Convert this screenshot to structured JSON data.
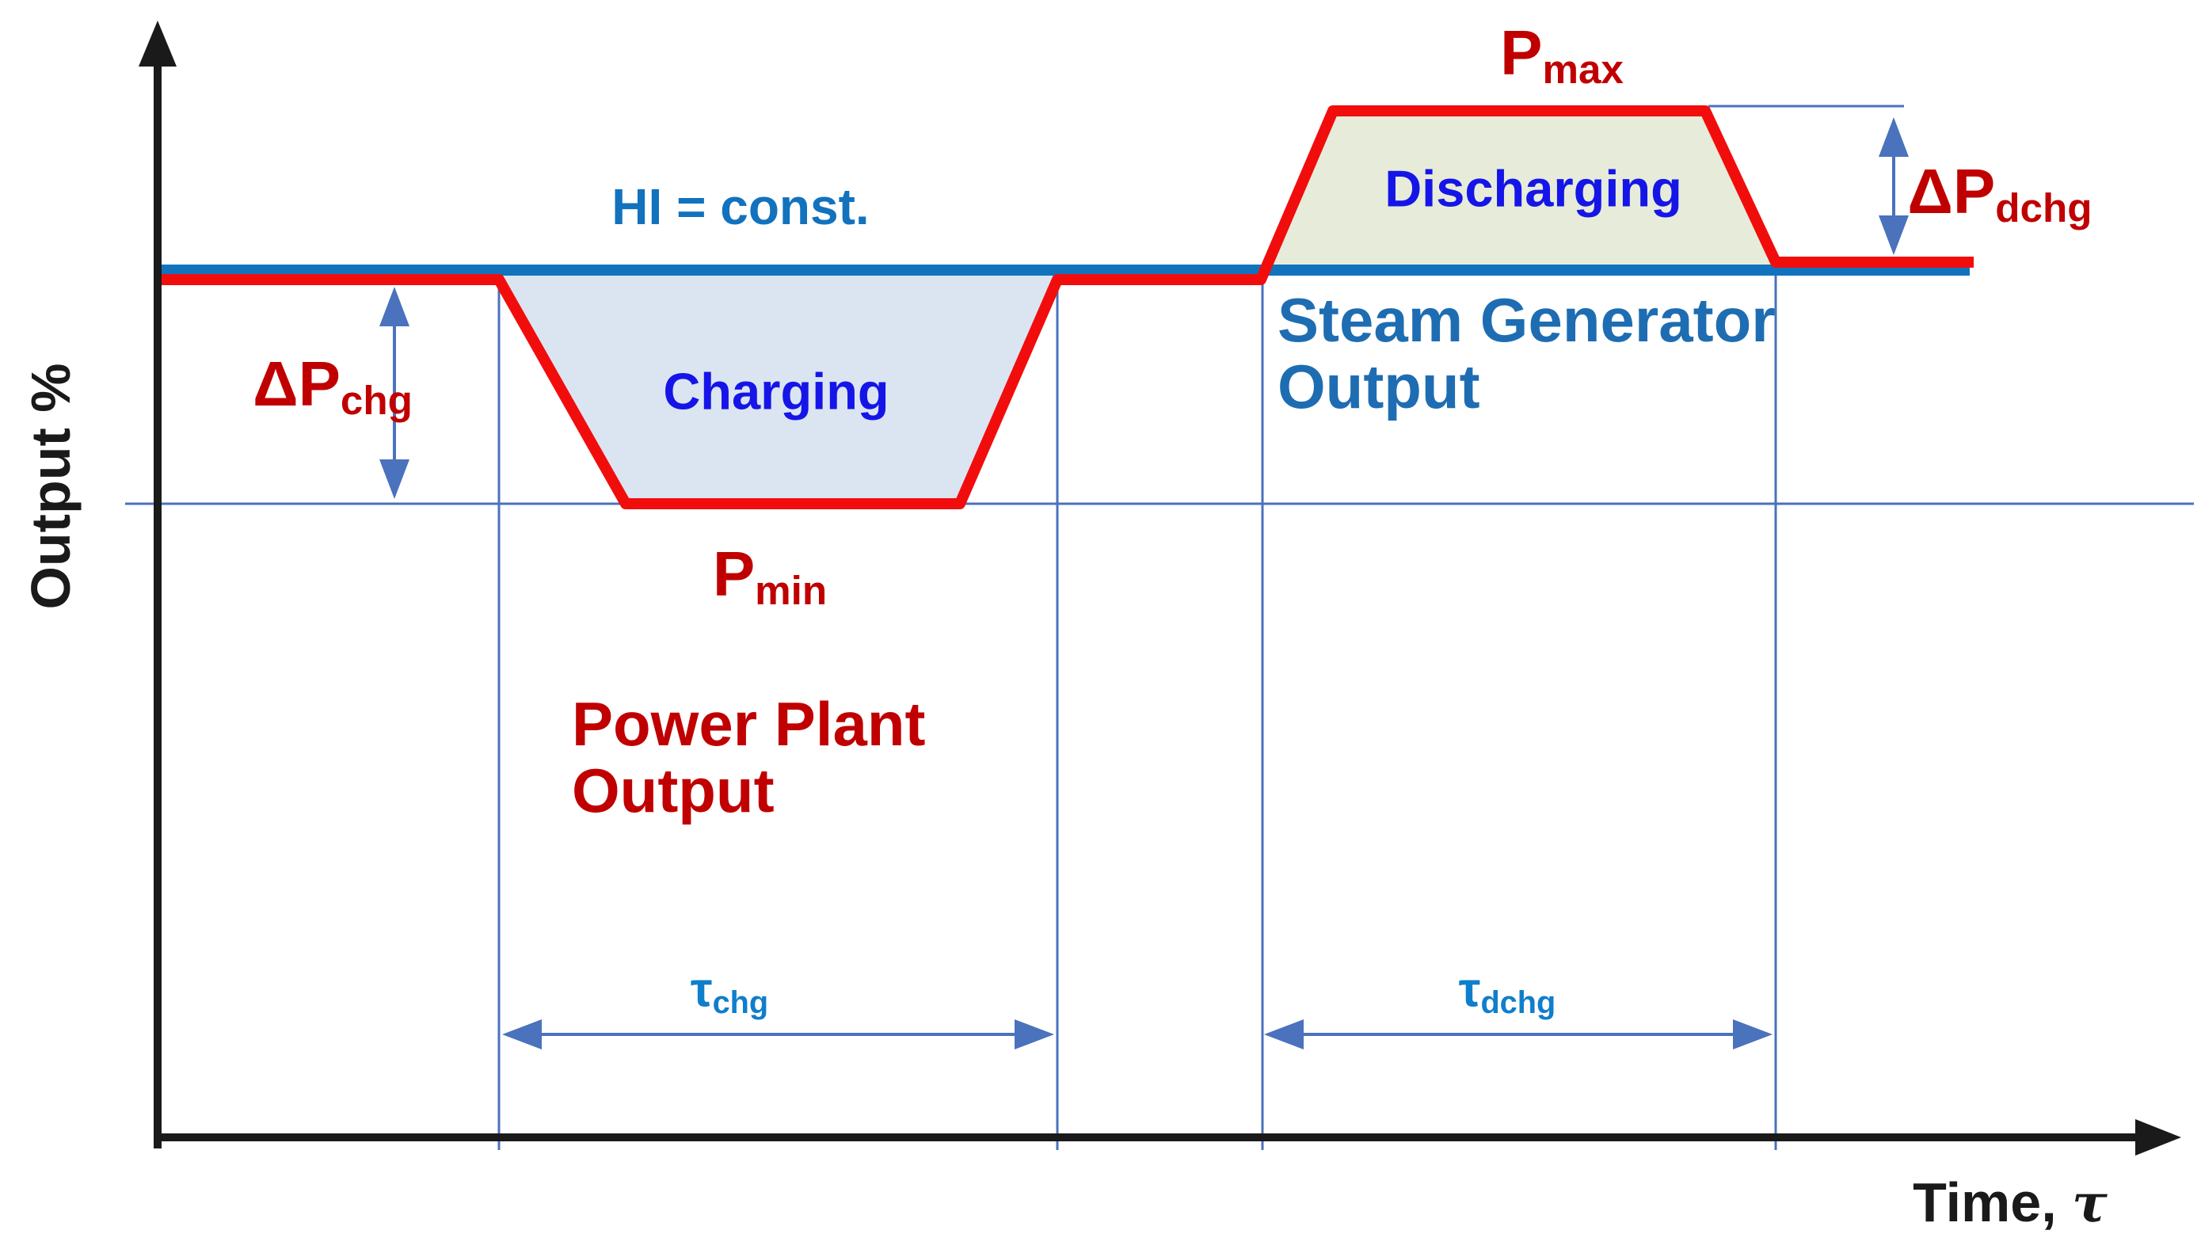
{
  "figure_title_note": "Thermal energy storage charge/discharge schematic",
  "axes": {
    "y_label": "Output %",
    "x_label_main": "Time,",
    "x_label_symbol": "τ"
  },
  "labels": {
    "hi_const": "HI = const.",
    "charging": "Charging",
    "discharging": "Discharging",
    "p_max": {
      "main": "P",
      "sub": "max"
    },
    "p_min": {
      "main": "P",
      "sub": "min"
    },
    "dp_chg": {
      "main": "ΔP",
      "sub": "chg"
    },
    "dp_dchg": {
      "main": "ΔP",
      "sub": "dchg"
    },
    "tau_chg": {
      "main": "τ",
      "sub": "chg"
    },
    "tau_dchg": {
      "main": "τ",
      "sub": "dchg"
    },
    "power_plant_line1": "Power Plant",
    "power_plant_line2": "Output",
    "steam_gen_line1": "Steam Generator",
    "steam_gen_line2": "Output"
  },
  "colors": {
    "background": "#ffffff",
    "axis": "#1a1a1a",
    "line-red": "#f20d0d",
    "line-blue": "#1173be",
    "hi-blue": "#1272be",
    "steam-blue": "#1e6db2",
    "zone-blue": "#1515e8",
    "tau-blue": "#0f7ecc",
    "dark-red": "#c00000",
    "dim-blue": "#4a72bd",
    "fill-charging": "#dbe5f1",
    "fill-discharging": "#e6ecd9"
  }
}
